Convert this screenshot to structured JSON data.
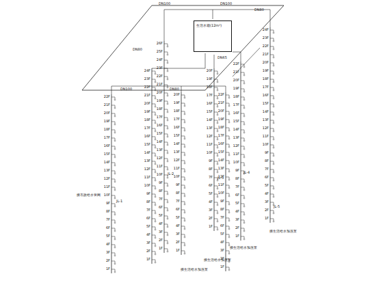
{
  "diagram": {
    "nodes": [
      {
        "text": [
          "生活水箱(12m³)"
        ]
      }
    ],
    "labels": [
      "DN100",
      "DN100",
      "DN80",
      "DN80",
      "DN65",
      "DN100",
      "DN80",
      "JL-1",
      "JL-2",
      "JL-3",
      "JL-4",
      "JL-5",
      "接市政给水管网",
      "接生活给水加压泵",
      "接生活给水加压泵",
      "接生活给水加压泵",
      "接生活给水加压泵",
      "22F",
      "21F",
      "20F",
      "19F",
      "18F",
      "17F",
      "16F",
      "15F",
      "14F",
      "13F",
      "12F",
      "11F",
      "10F",
      "9F",
      "8F",
      "7F",
      "6F",
      "5F",
      "4F",
      "3F",
      "2F",
      "1F",
      "24F",
      "23F",
      "22F",
      "21F",
      "20F",
      "19F",
      "18F",
      "17F",
      "16F",
      "15F",
      "14F",
      "13F",
      "12F",
      "11F",
      "10F",
      "9F",
      "8F",
      "7F",
      "6F",
      "5F",
      "4F",
      "3F",
      "2F",
      "1F",
      "26F",
      "25F",
      "24F",
      "23F",
      "22F",
      "21F",
      "20F",
      "19F",
      "18F",
      "17F",
      "16F",
      "15F",
      "14F",
      "13F",
      "12F",
      "11F",
      "10F",
      "9F",
      "8F",
      "7F",
      "6F",
      "5F",
      "4F",
      "3F",
      "2F",
      "1F",
      "20F",
      "19F",
      "18F",
      "17F",
      "16F",
      "15F",
      "14F",
      "13F",
      "12F",
      "11F",
      "10F",
      "9F",
      "8F",
      "7F",
      "6F",
      "5F",
      "4F",
      "3F",
      "2F",
      "1F",
      "20F",
      "19F",
      "18F",
      "17F",
      "16F",
      "15F",
      "14F",
      "13F",
      "12F",
      "11F",
      "10F",
      "9F",
      "8F",
      "7F",
      "6F",
      "5F",
      "4F",
      "3F",
      "2F",
      "1F",
      "22F",
      "21F",
      "20F",
      "19F",
      "18F",
      "17F",
      "16F",
      "15F",
      "14F",
      "13F",
      "12F",
      "11F",
      "10F",
      "9F",
      "8F",
      "7F",
      "6F",
      "5F",
      "4F",
      "3F",
      "2F",
      "1F",
      "22F",
      "21F",
      "20F",
      "19F",
      "18F",
      "17F",
      "16F",
      "15F",
      "14F",
      "13F",
      "12F",
      "11F",
      "10F",
      "9F",
      "8F",
      "7F",
      "6F",
      "5F",
      "4F",
      "3F",
      "2F",
      "1F",
      "24F",
      "23F",
      "22F",
      "21F",
      "20F",
      "19F",
      "18F",
      "17F",
      "16F",
      "15F",
      "14F",
      "13F",
      "12F",
      "11F",
      "10F",
      "9F",
      "8F",
      "7F",
      "6F",
      "5F",
      "4F",
      "3F",
      "2F",
      "1F"
    ]
  }
}
